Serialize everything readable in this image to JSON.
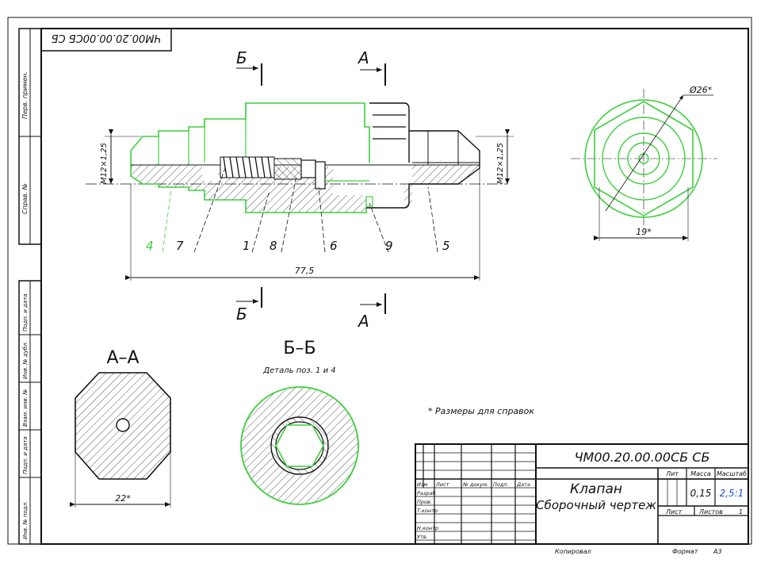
{
  "drawing": {
    "doc_code": "ЧМ00.20.00.00СБ СБ",
    "doc_code_rotated": "ЧМ00.20.00.00СБ СБ",
    "part_name": "Клапан",
    "doc_type": "Сборочный чертеж",
    "mass": "0,15",
    "scale": "2,5:1",
    "sheet_label": "Лист",
    "sheets_label": "Листов",
    "sheets_value": "1",
    "copied_label": "Копировал",
    "format_label": "Формат",
    "format_value": "A3"
  },
  "title_block": {
    "lit_header": "Лит",
    "mass_header": "Масса",
    "scale_header": "Масштаб",
    "col_izm": "Изм",
    "col_list": "Лист",
    "col_doc": "№ докум.",
    "col_sign": "Подп.",
    "col_date": "Дата",
    "row_razrab": "Разраб.",
    "row_prov": "Пров.",
    "row_tkontr": "Т.контр",
    "row_nkontr": "Н.контр",
    "row_utv": "Утв."
  },
  "side_strip": {
    "perv_primen": "Перв. примен.",
    "sprav": "Справ. №",
    "podp_data_1": "Подп. и дата",
    "inv_dubl": "Инв. № дубл.",
    "vzam_inv": "Взам. инв. №",
    "podp_data_2": "Подп. и дата",
    "inv_podl": "Инв. № подл."
  },
  "views": {
    "section_b": "Б",
    "section_a": "А",
    "section_aa_title": "А–А",
    "section_bb_title": "Б–Б",
    "section_bb_subtitle": "Деталь поз. 1 и 4",
    "note": "* Размеры для справок"
  },
  "dimensions": {
    "thread_left": "M12×1,25",
    "thread_right": "M12×1,25",
    "length": "77,5",
    "diam_end": "Ø26*",
    "hex_end": "19*",
    "hex_aa": "22*"
  },
  "balloons": [
    "4",
    "7",
    "1",
    "8",
    "6",
    "9",
    "5"
  ],
  "colors": {
    "line": "#111111",
    "accent": "#3ccf3c"
  }
}
